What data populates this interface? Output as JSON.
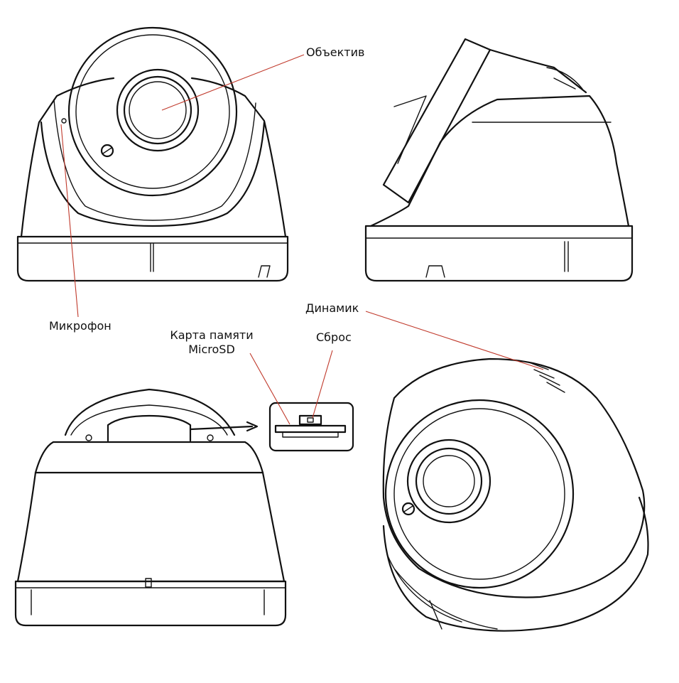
{
  "labels": {
    "lens": "Объектив",
    "microphone": "Микрофон",
    "speaker": "Динамик",
    "memory_card_line1": "Карта памяти",
    "memory_card_line2": "MicroSD",
    "reset": "Сброс"
  },
  "colors": {
    "outline": "#111111",
    "leader_line": "#c0392b",
    "background": "#ffffff"
  }
}
